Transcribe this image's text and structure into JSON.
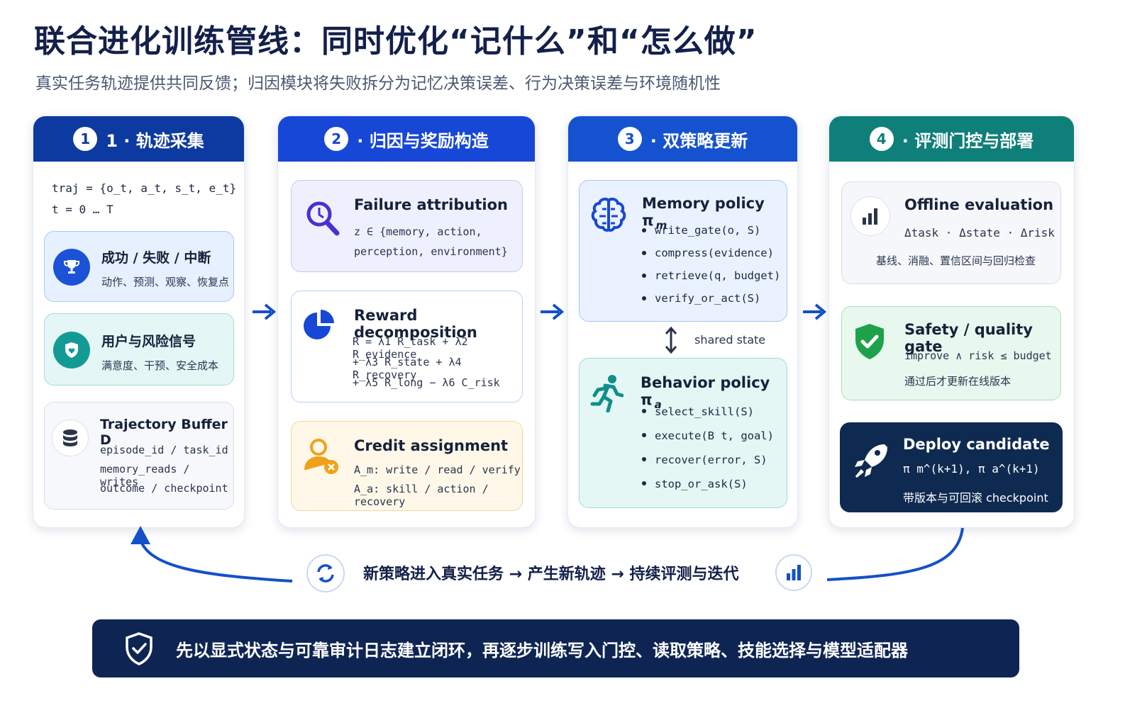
{
  "title": "联合进化训练管线：同时优化“记什么”和“怎么做”",
  "subtitle": "真实任务轨迹提供共同反馈；归因模块将失败拆分为记忆决策误差、行为决策误差与环境随机性",
  "colors": {
    "header_blue_dark": "#0d3aa0",
    "header_blue": "#1747d6",
    "header_blue_mid": "#1552cf",
    "header_teal": "#0f7f7a",
    "footer_navy": "#0e2553",
    "deploy_navy": "#0f2a50",
    "arrow_blue": "#1450c8"
  },
  "columns": [
    {
      "num": "1",
      "title": "1 · 轨迹采集",
      "formula_lines": [
        "traj = {o_t, a_t, s_t, e_t}",
        "t = 0 … T"
      ],
      "cards": [
        {
          "title": "成功 / 失败 / 中断",
          "sub": "动作、预测、观察、恢复点",
          "icon": "trophy-icon"
        },
        {
          "title": "用户与风险信号",
          "sub": "满意度、干预、安全成本",
          "icon": "shield-heart-icon"
        },
        {
          "title": "Trajectory Buffer D",
          "lines": [
            "episode_id / task_id",
            "memory_reads / writes",
            "outcome / checkpoint"
          ],
          "icon": "database-icon"
        }
      ]
    },
    {
      "num": "2",
      "title": "· 归因与奖励构造",
      "cards": [
        {
          "title": "Failure attribution",
          "lines": [
            "z ∈ {memory, action,",
            "perception, environment}"
          ],
          "icon": "magnifier-icon"
        },
        {
          "title": "Reward decomposition",
          "lines": [
            "R = λ1 R_task + λ2 R_evidence",
            "+ λ3 R_state + λ4 R_recovery",
            "+ λ5 R_long − λ6 C_risk"
          ],
          "icon": "pie-chart-icon"
        },
        {
          "title": "Credit assignment",
          "lines": [
            "A_m: write / read / verify",
            "A_a: skill / action / recovery"
          ],
          "icon": "user-gear-icon"
        }
      ]
    },
    {
      "num": "3",
      "title": "· 双策略更新",
      "memory": {
        "title": "Memory policy π",
        "sub": "m",
        "items": [
          "write_gate(o, S)",
          "compress(evidence)",
          "retrieve(q, budget)",
          "verify_or_act(S)"
        ],
        "icon": "brain-icon"
      },
      "shared": "shared state",
      "behavior": {
        "title": "Behavior policy π",
        "sub": "a",
        "items": [
          "select_skill(S)",
          "execute(B t, goal)",
          "recover(error, S)",
          "stop_or_ask(S)"
        ],
        "icon": "runner-icon"
      }
    },
    {
      "num": "4",
      "title": "· 评测门控与部署",
      "cards": [
        {
          "title": "Offline evaluation",
          "lines": [
            "Δtask · Δstate · Δrisk",
            "基线、消融、置信区间与回归检查"
          ],
          "icon": "bar-chart-icon"
        },
        {
          "title": "Safety / quality gate",
          "lines": [
            "improve ∧ risk ≤ budget",
            "通过后才更新在线版本"
          ],
          "icon": "shield-check-icon"
        },
        {
          "title": "Deploy candidate",
          "lines": [
            "π m^(k+1), π a^(k+1)",
            "带版本与可回滚 checkpoint"
          ],
          "icon": "rocket-icon"
        }
      ]
    }
  ],
  "loop_text": "新策略进入真实任务 → 产生新轨迹 → 持续评测与迭代",
  "footer_text": "先以显式状态与可靠审计日志建立闭环，再逐步训练写入门控、读取策略、技能选择与模型适配器"
}
